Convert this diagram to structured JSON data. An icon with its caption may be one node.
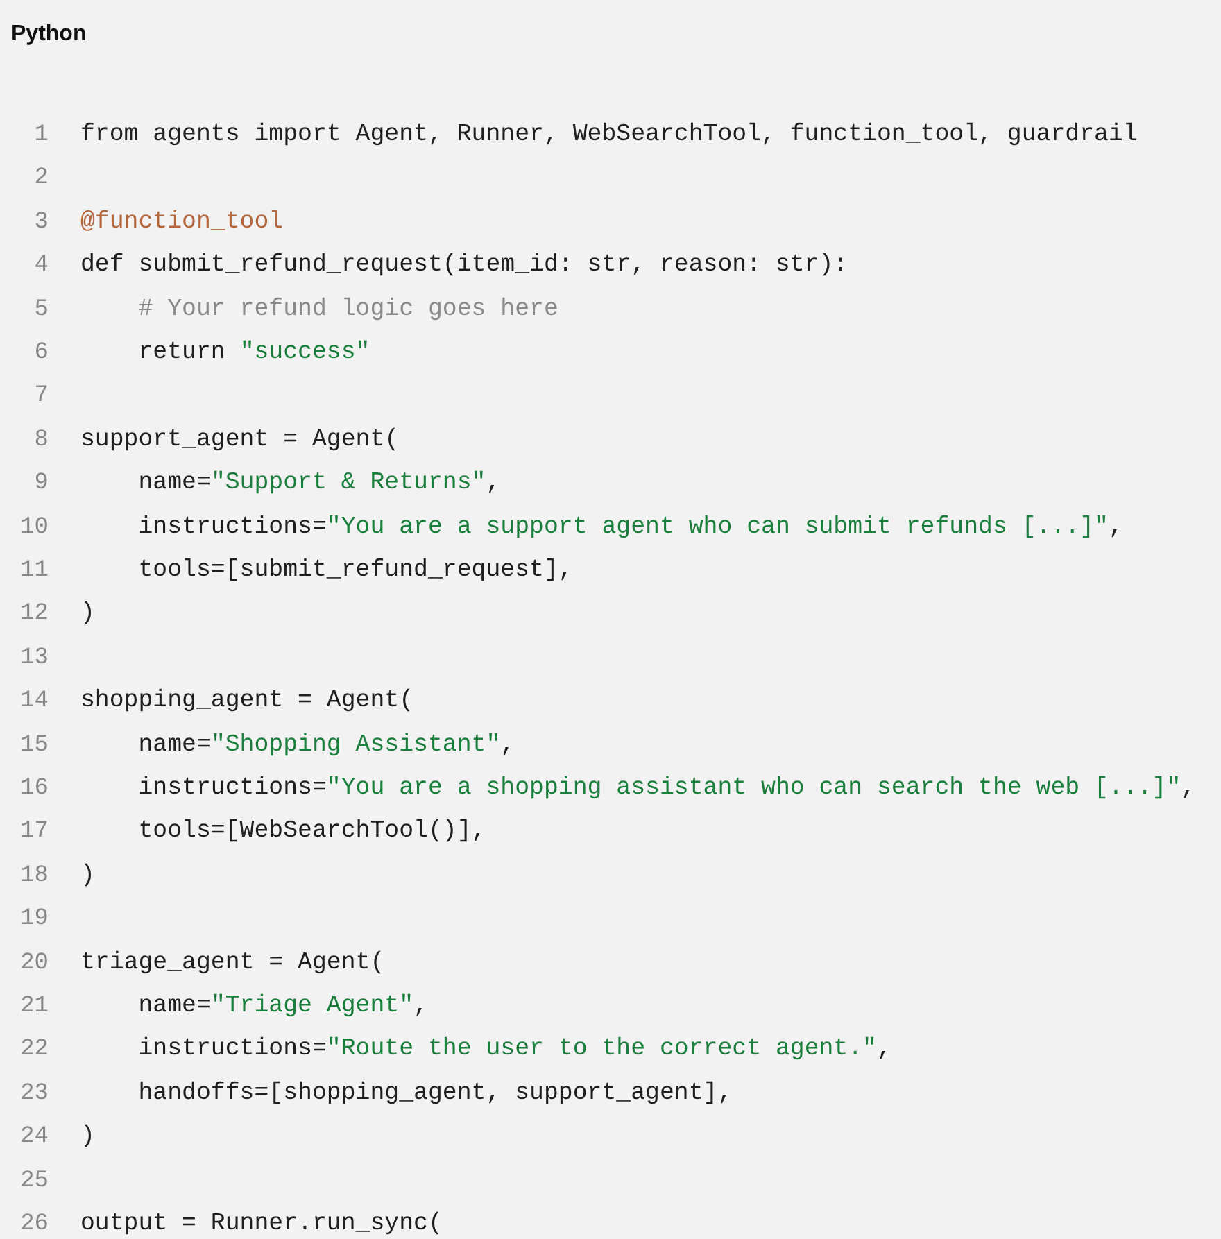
{
  "diagram": {
    "labels": [
      "Python",
      "1",
      "from agents import Agent, Runner, WebSearchTool, function_tool, guardrail",
      "2",
      "3",
      "@function_tool",
      "4",
      "def submit_refund_request(item_id: str, reason: str):",
      "5",
      "    # Your refund logic goes here",
      "6",
      "    return \"success\"",
      "7",
      "8",
      "support_agent = Agent(",
      "9",
      "    name=\"Support & Returns\",",
      "10",
      "    instructions=\"You are a support agent who can submit refunds [...]\",",
      "11",
      "    tools=[submit_refund_request],",
      "12",
      ")",
      "13",
      "14",
      "shopping_agent = Agent(",
      "15",
      "    name=\"Shopping Assistant\",",
      "16",
      "    instructions=\"You are a shopping assistant who can search the web [...]\",",
      "17",
      "    tools=[WebSearchTool()],",
      "18",
      ")",
      "19",
      "20",
      "triage_agent = Agent(",
      "21",
      "    name=\"Triage Agent\",",
      "22",
      "    instructions=\"Route the user to the correct agent.\",",
      "23",
      "    handoffs=[shopping_agent, support_agent],",
      "24",
      ")",
      "25",
      "26",
      "output = Runner.run_sync("
    ]
  }
}
